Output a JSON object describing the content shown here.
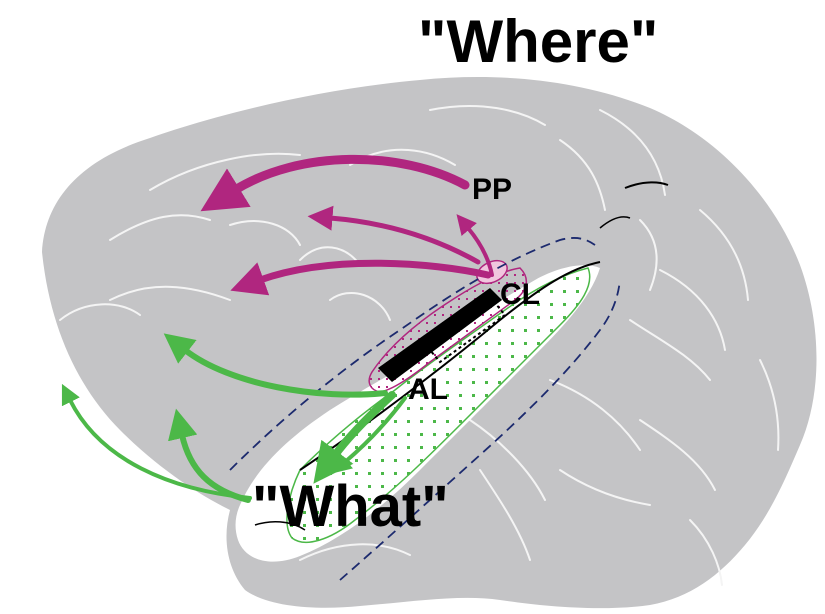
{
  "labels": {
    "where": "\"Where\"",
    "what": "\"What\"",
    "pp": "PP",
    "cl": "CL",
    "al": "AL"
  },
  "colors": {
    "brain": "#c4c4c6",
    "sulcus": "#f4f4f4",
    "where_pathway": "#b0267f",
    "what_pathway": "#4cb848",
    "belt_fill": "#f1f9ea",
    "core": "#000000",
    "boundary": "#1c2a6e"
  }
}
